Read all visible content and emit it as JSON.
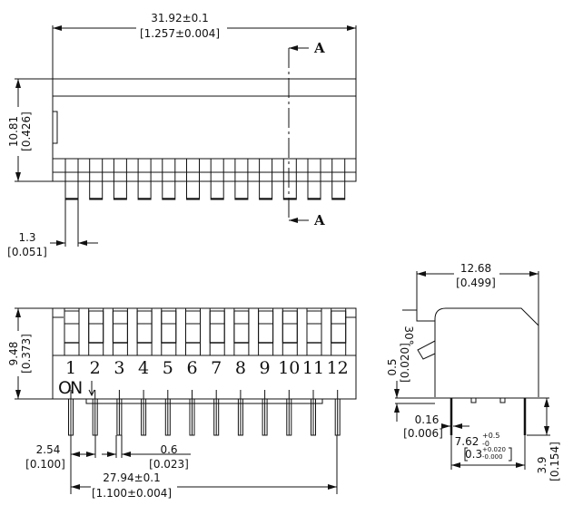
{
  "top_view": {
    "width_mm": "31.92±0.1",
    "width_in": "[1.257±0.004]",
    "height_mm": "10.81",
    "height_in": "[0.426]",
    "actuator_mm": "1.3",
    "actuator_in": "[0.051]",
    "section_label": "A"
  },
  "bottom_view": {
    "positions": [
      "1",
      "2",
      "3",
      "4",
      "5",
      "6",
      "7",
      "8",
      "9",
      "10",
      "11",
      "12"
    ],
    "on_label": "ON",
    "height_mm": "9.48",
    "height_in": "[0.373]",
    "pitch_mm": "2.54",
    "pitch_in": "[0.100]",
    "pin_mm": "0.6",
    "pin_in": "[0.023]",
    "span_mm": "27.94±0.1",
    "span_in": "[1.100±0.004]"
  },
  "side_view": {
    "width_mm": "12.68",
    "width_in": "[0.499]",
    "angle": "30°",
    "standoff_mm": "0.5",
    "standoff_in": "[0.020]",
    "pin_thk_mm": "0.16",
    "pin_thk_in": "[0.006]",
    "row_mm": "7.62",
    "row_mm_tol_plus": "+0.5",
    "row_mm_tol_minus": "-0",
    "row_in": "0.3",
    "row_in_tol_plus": "+0.020",
    "row_in_tol_minus": "-0.000",
    "pin_len_mm": "3.9",
    "pin_len_in": "[0.154]"
  }
}
